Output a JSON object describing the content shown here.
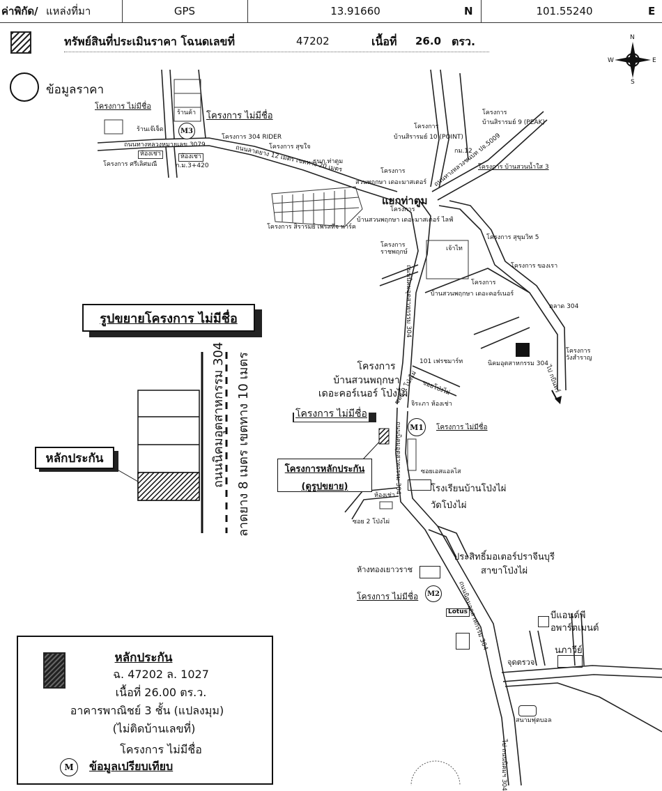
{
  "header": {
    "coord_label": "ค่าพิกัด/",
    "source_label": "แหล่งที่มา",
    "source_value": "GPS",
    "lat_value": "13.91660",
    "lat_dir": "N",
    "lon_value": "101.55240",
    "lon_dir": "E"
  },
  "property_row": {
    "label": "ทรัพย์สินที่ประเมินราคา โฉนดเลขที่",
    "deed_no": "47202",
    "area_label": "เนื้อที่",
    "area_value": "26.0",
    "area_unit": "ตรว."
  },
  "legend_price": "ข้อมูลราคา",
  "compass": {
    "n": "N",
    "s": "S",
    "e": "E",
    "w": "W"
  },
  "map_labels": {
    "proj_noname_top": "โครงการ ไม่มีชื่อ",
    "proj_noname_m3": "โครงการ ไม่มีชื่อ",
    "shop_rao": "ร้านค้า",
    "shop_cheng": "ร้านเจ๊เจ็ด",
    "m3": "M3",
    "proj_rider": "โครงการ 304 RIDER",
    "road_3079": "ถนนทางหลวงหมายเลข 3079",
    "room_rent_1": "ห้องเช่า",
    "room_rent_2": "ห้องเช่า",
    "km_3_420": "ก.ม.3+420",
    "proj_sukjai": "โครงการ สุขใจ",
    "proj_sriserm": "โครงการ ศรีเลิศมณี",
    "road_asphalt_12": "ถนนลาดยาง 12 เมตร เขตทาง 20 เมตร",
    "bank": "ธนภ.ท่าตูม",
    "proj_siram_pet": "โครงการ สิรารมย์ เพรสทีจ พาร์ค",
    "proj_suan_phruksa_master": "สวนพฤกษา เดอะมาสเตอร์",
    "proj_label_a": "โครงการ",
    "proj_label_b": "โครงการ",
    "yaek_tha_tum": "แยกท่าตูม",
    "road_suwannason": "ถนนทางหลวงชนบท ปจ.5009",
    "proj_ban_siram_point": "บ้านสิรารมย์ 10 (POINT)",
    "proj_ban_siram_peak": "บ้านสิรารมย์ 9 (PEAK)",
    "proj_label_c": "โครงการ",
    "proj_label_d": "โครงการ",
    "km_marker": "กม.12",
    "proj_ban_suan_nam_sai": "โครงการ บ้านสวนน้ำใส 3",
    "ban_suan_master_life": "บ้านสวนพฤกษา เดอะมาสเตอร์ ไลฟ์",
    "chao_tai": "เจ้าไท",
    "proj_rat_phruek": "โครงการ ราชพฤกษ์",
    "road_304_upper": "ถนนนิคมอุตสาหกรรม 304",
    "proj_sukhumvit5": "โครงการ สุขุมวิท 5",
    "proj_chong_rao": "โครงการ ของเรา",
    "proj_label_e": "โครงการ",
    "ban_suan_corner": "บ้านสวนพฤกษา เดอะคอร์เนอร์",
    "talad_304": "ตลาด 304",
    "factory_304": "นิคมอุตสาหกรรม 304",
    "proj_wangsamran": "โครงการ วังสำราญ",
    "to_krabin": "ไป กบินทร์",
    "enlarge_title": "รูปขยายโครงการ ไม่มีชื่อ",
    "road_304_big": "ถนนนิคมอุตสาหกรรม 304",
    "road_asphalt_8": "ลาดยาง 8 เมตร เขตทาง 10 เมตร",
    "collateral_tag": "หลักประกัน",
    "fresh_mart": "101 เฟรชมาร์ท",
    "proj_corner_pongpai_1": "โครงการ",
    "proj_corner_pongpai_2": "บ้านสวนพฤกษา",
    "proj_corner_pongpai_3": "เดอะคอร์เนอร์ โป่งไผ่",
    "soi_pongpai": "ซอยโป่งไผ่",
    "soi_9": "ซอย 9 โป่งไผ่",
    "jiraphan": "จิระภา ห้องเช่า",
    "proj_noname_m1_left": "โครงการ ไม่มีชื่อ",
    "m1": "M1",
    "proj_noname_m1_right": "โครงการ ไม่มีชื่อ",
    "road_304_mid": "ถนนนิคมอุตสาหกรรม 304",
    "proj_collateral_1": "โครงการหลักประกัน",
    "proj_collateral_2": "(ดูรูปขยาย)",
    "soi_sl": "ซอยเอสแอลไส",
    "school": "โรงเรียนบ้านโป่งไผ่",
    "room_rent_3": "ห้องเช่า",
    "wat": "วัดโป่งไผ่",
    "soi_2": "ซอย 2 โป่งไผ่",
    "prasit_1": "ประสิทธิ์มอเตอร์ปราจีนบุรี",
    "prasit_2": "สาขาโป่งไผ่",
    "gold_shop": "ห้างทองเยาวราช",
    "proj_noname_m2": "โครงการ ไม่มีชื่อ",
    "m2": "M2",
    "lotus": "Lotus",
    "road_304_low": "ถนนนิคมอุตสาหกรรม 304",
    "bnp_1": "บีแอนด์พี",
    "bnp_2": "อพาร์ตเมนต์",
    "naphawee": "นภาวีย์",
    "checkpoint": "จุดตรวจ",
    "football": "สนามฟุตบอล",
    "to_304": "ไป ถนนนิคมฯ 304"
  },
  "legend_box": {
    "title": "หลักประกัน",
    "line1": "ฉ. 47202 ล. 1027",
    "line2": "เนื้อที่ 26.00 ตร.ว.",
    "line3": "อาคารพาณิชย์ 3 ชั้น (แปลงมุม)",
    "line4": "(ไม่ติดบ้านเลขที่)",
    "line5": "โครงการ ไม่มีชื่อ",
    "m_symbol": "M",
    "line6": "ข้อมูลเปรียบเทียบ"
  }
}
